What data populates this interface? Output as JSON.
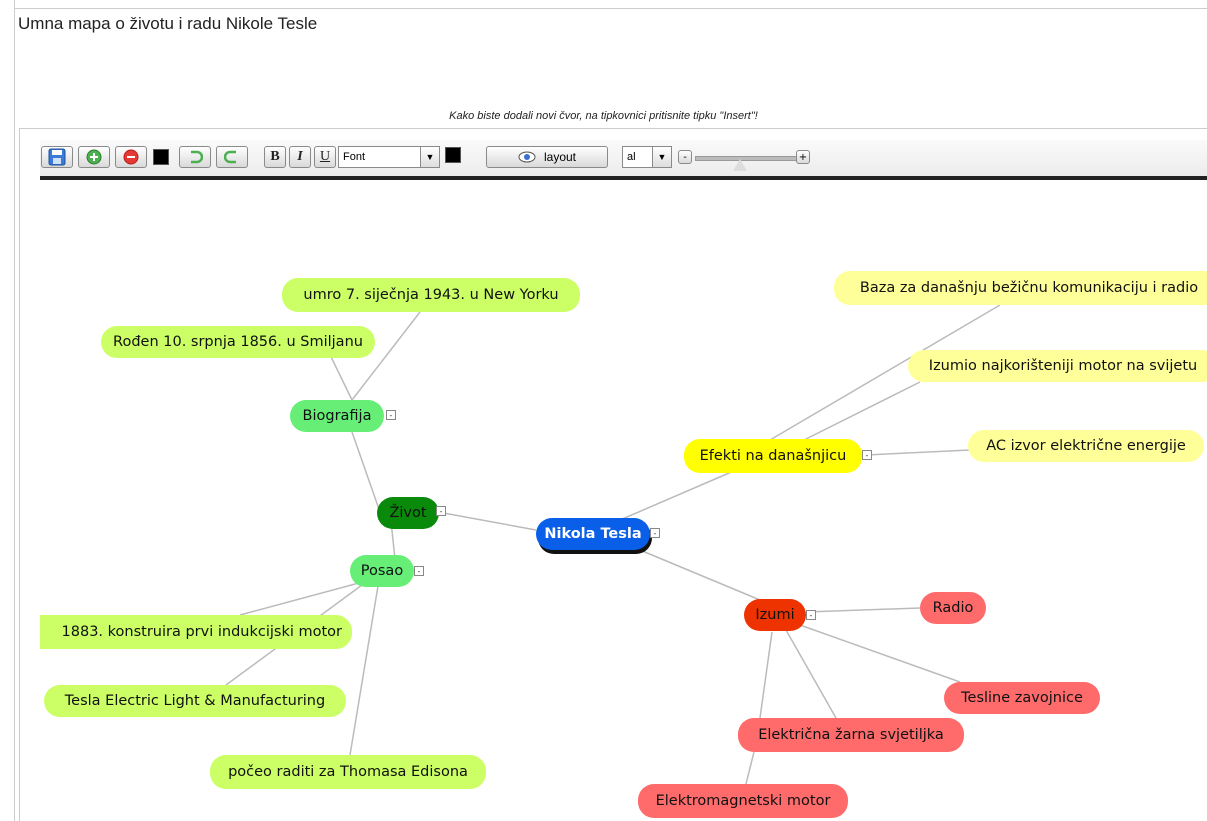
{
  "page": {
    "title": "Umna mapa o životu i radu Nikole Tesle",
    "hint": "Kako biste dodali novi čvor, na tipkovnici pritisnite tipku \"Insert\"!"
  },
  "toolbar": {
    "bold": "B",
    "italic": "I",
    "underline": "U",
    "font_select": "Font",
    "layout_label": "layout",
    "align_select": "al",
    "zoom_out": "-",
    "zoom_in": "+",
    "zoom_level": 0.45
  },
  "mindmap": {
    "root": "Nikola Tesla",
    "zivot": "Život",
    "biografija": "Biografija",
    "umro": "umro 7. siječnja 1943. u New Yorku",
    "roden": "Rođen 10. srpnja 1856. u Smiljanu",
    "posao": "Posao",
    "motor1883": "1883. konstruira prvi indukcijski motor",
    "tesla_electric": "Tesla Electric Light & Manufacturing",
    "edison": "počeo raditi za Thomasa Edisona",
    "efekti": "Efekti na današnjicu",
    "baza": "Baza za današnju bežičnu komunikaciju i radio",
    "izumio": "Izumio najkorišteniji motor na svijetu",
    "ac": "AC izvor električne energije",
    "izumi": "Izumi",
    "radio": "Radio",
    "zavojnice": "Tesline zavojnice",
    "zarulja": "Električna žarna svjetiljka",
    "elektromagnetski": "Elektromagnetski motor",
    "collapse_symbol": "-"
  },
  "colors": {
    "root": "#0a5fe8",
    "zivot": "#0a8a0a",
    "branch_green": "#66ee77",
    "leaf_green": "#ccff66",
    "efekti": "#ffff00",
    "leaf_yellow": "#ffff99",
    "izumi": "#ee3300",
    "leaf_red": "#ff6b6b",
    "connector": "#bbbbbb"
  }
}
